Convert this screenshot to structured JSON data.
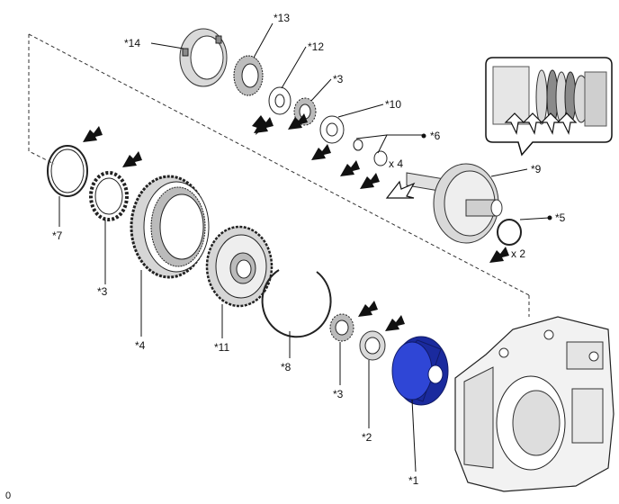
{
  "labels": {
    "l1": "*1",
    "l2": "*2",
    "l3a": "*3",
    "l3b": "*3",
    "l3c": "*3",
    "l4": "*4",
    "l5": "*5",
    "l6": "*6",
    "l7": "*7",
    "l8": "*8",
    "l9": "*9",
    "l10": "*10",
    "l11": "*11",
    "l12": "*12",
    "l13": "*13",
    "l14": "*14",
    "x4": "x 4",
    "x2": "x 2",
    "code": "0"
  },
  "colors": {
    "highlight": "#2f46d6",
    "highlight_dark": "#1a2a9e"
  },
  "icons": [
    "black-arrow-icon",
    "white-arrow-icon",
    "dot-bullet-icon"
  ]
}
